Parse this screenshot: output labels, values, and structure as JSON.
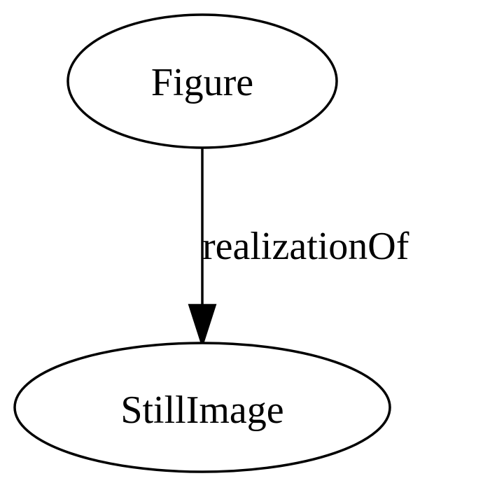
{
  "diagram": {
    "nodes": [
      {
        "id": "figure",
        "label": "Figure"
      },
      {
        "id": "stillimage",
        "label": "StillImage"
      }
    ],
    "edges": [
      {
        "from": "figure",
        "to": "stillimage",
        "label": "realizationOf"
      }
    ],
    "colors": {
      "stroke": "#000000",
      "fill": "#ffffff",
      "text": "#000000"
    }
  }
}
